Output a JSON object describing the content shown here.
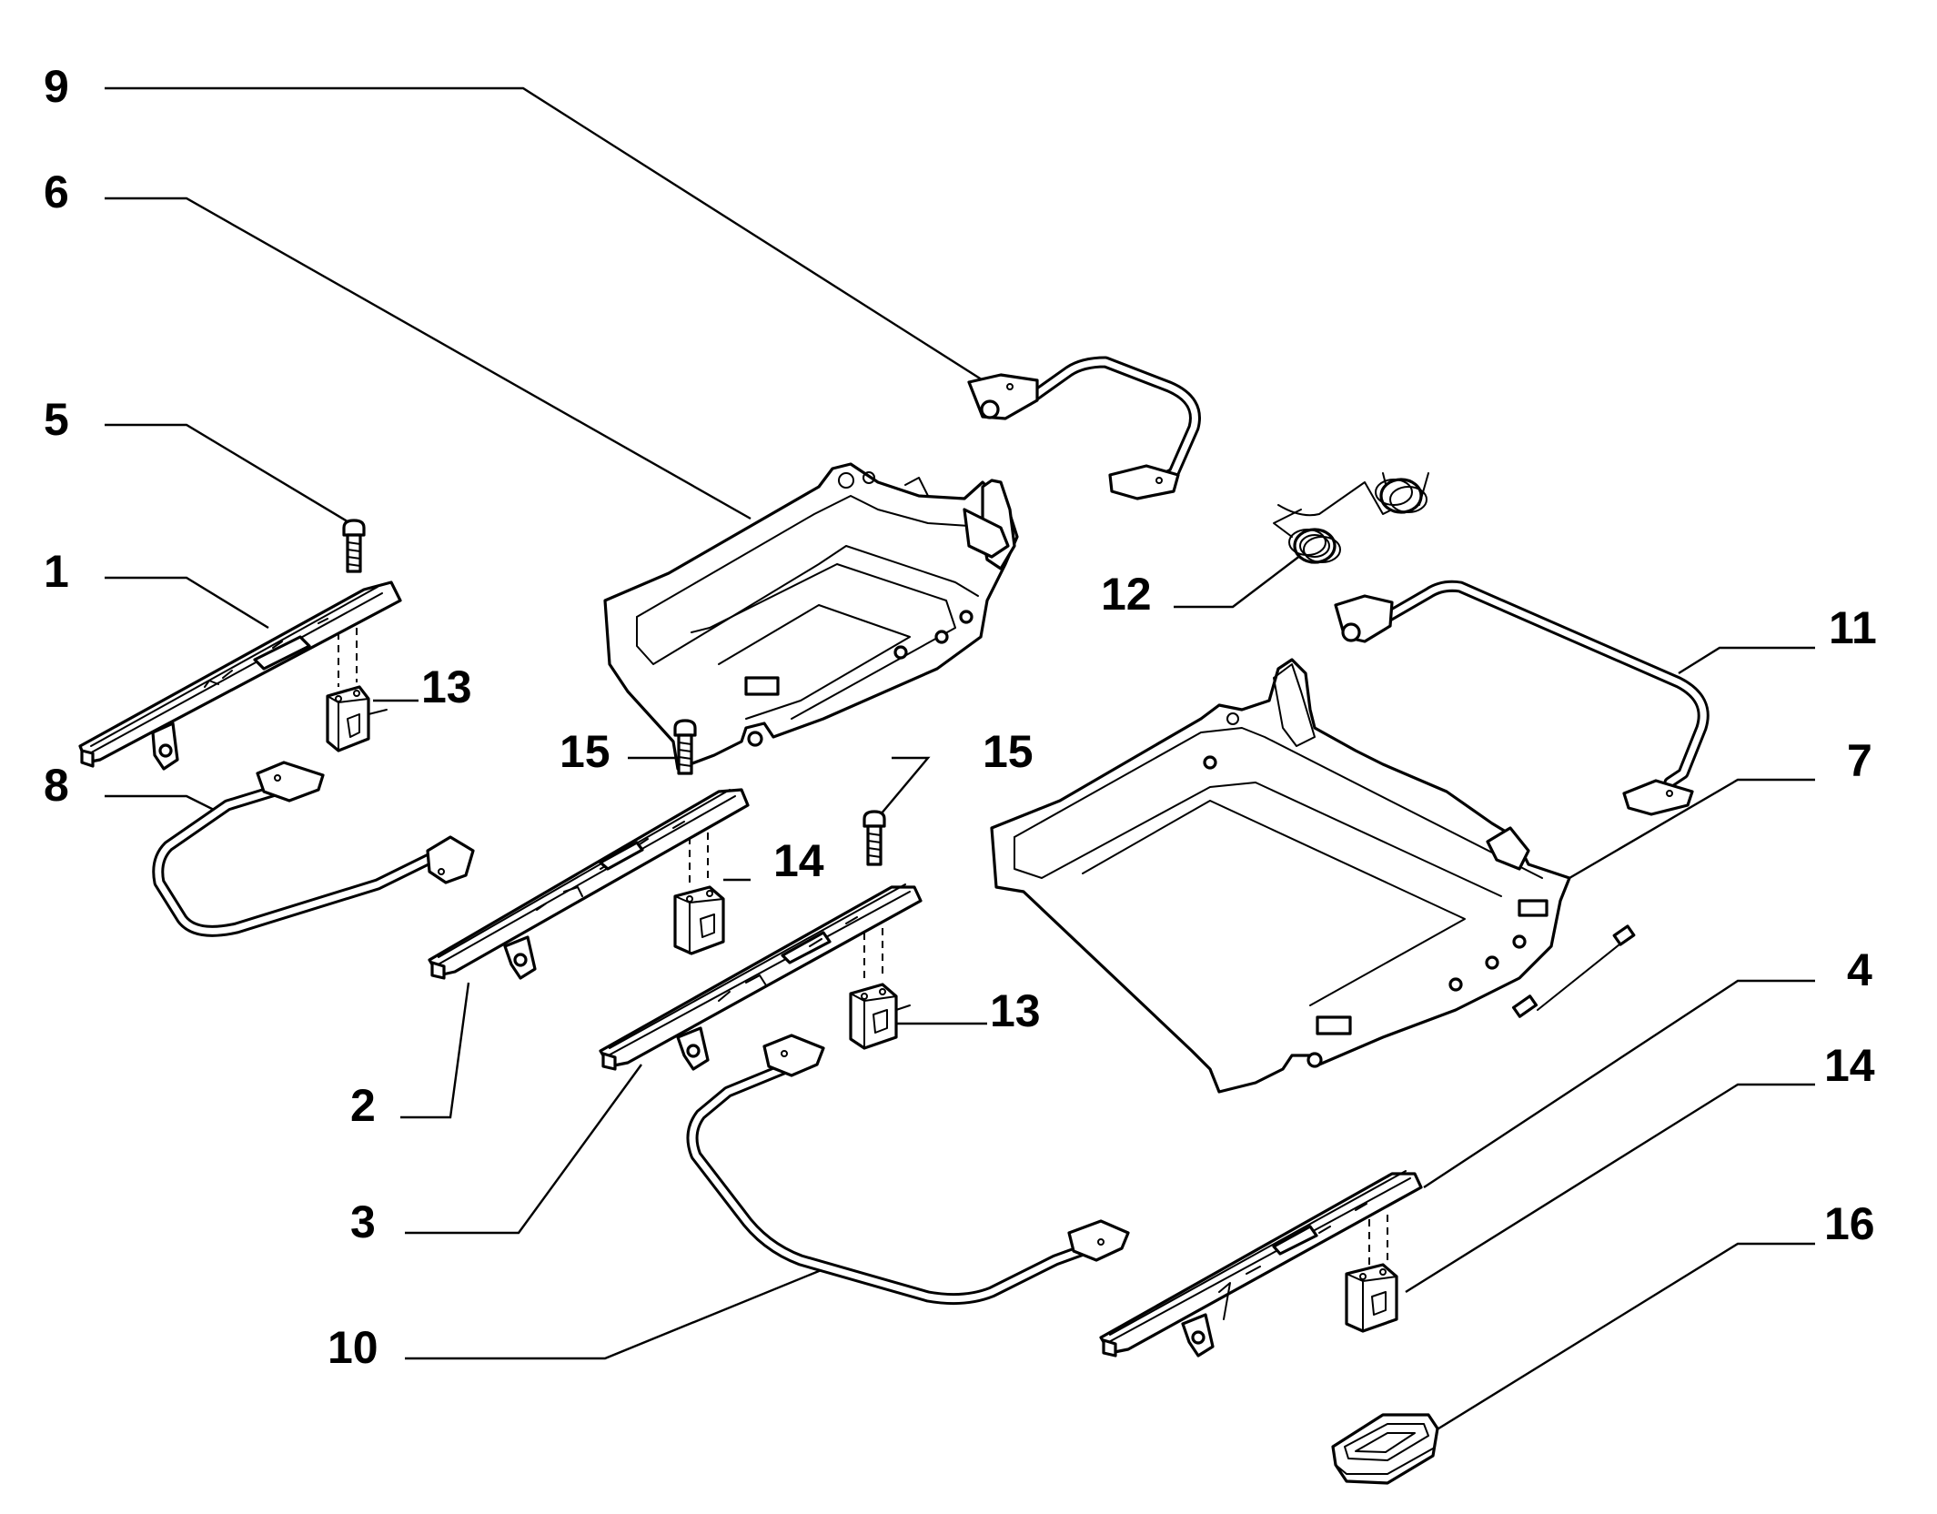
{
  "diagram": {
    "callouts": [
      {
        "id": "c9",
        "label": "9"
      },
      {
        "id": "c6",
        "label": "6"
      },
      {
        "id": "c5",
        "label": "5"
      },
      {
        "id": "c1",
        "label": "1"
      },
      {
        "id": "c13a",
        "label": "13"
      },
      {
        "id": "c8",
        "label": "8"
      },
      {
        "id": "c15a",
        "label": "15"
      },
      {
        "id": "c15b",
        "label": "15"
      },
      {
        "id": "c14a",
        "label": "14"
      },
      {
        "id": "c2",
        "label": "2"
      },
      {
        "id": "c13b",
        "label": "13"
      },
      {
        "id": "c3",
        "label": "3"
      },
      {
        "id": "c10",
        "label": "10"
      },
      {
        "id": "c12",
        "label": "12"
      },
      {
        "id": "c11",
        "label": "11"
      },
      {
        "id": "c7",
        "label": "7"
      },
      {
        "id": "c4",
        "label": "4"
      },
      {
        "id": "c14b",
        "label": "14"
      },
      {
        "id": "c16",
        "label": "16"
      }
    ],
    "colors": {
      "line": "#000000",
      "background": "#ffffff"
    }
  }
}
